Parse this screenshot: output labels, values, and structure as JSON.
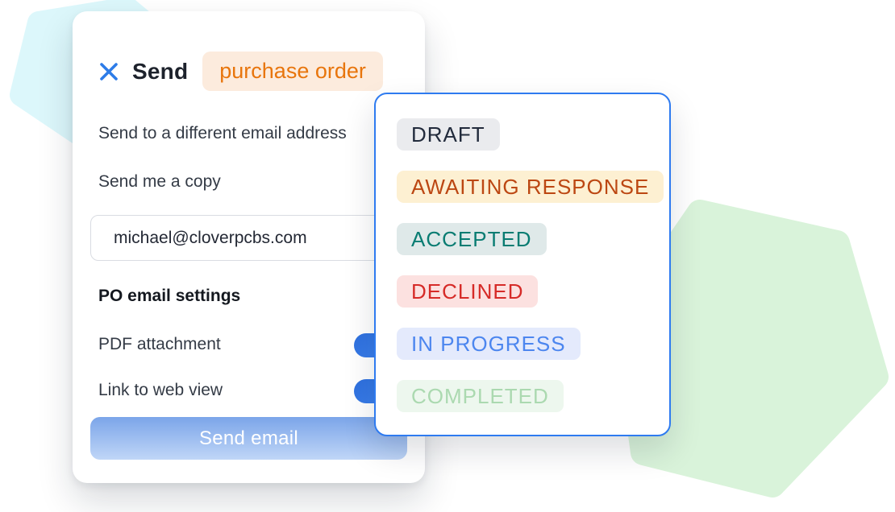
{
  "background": {
    "hexagon_cyan_color": "#dcf7fb",
    "hexagon_green_color": "#d9f3da"
  },
  "send_modal": {
    "close_icon": "close-icon",
    "close_icon_color": "#2d7ce8",
    "title": "Send",
    "title_badge": {
      "label": "purchase order",
      "bg": "#fcebdd",
      "fg": "#e8750c"
    },
    "option_rows": [
      {
        "label": "Send to a different email address"
      },
      {
        "label": "Send me a copy"
      }
    ],
    "email_input": {
      "value": "michael@cloverpcbs.com"
    },
    "settings_heading": "PO email settings",
    "toggles": [
      {
        "label": "PDF attachment",
        "state": "on"
      },
      {
        "label": "Link to web view",
        "state": "on"
      }
    ],
    "toggle_on_color": "#2d74e5",
    "submit_button": {
      "label": "Send email",
      "gradient_top": "#7ba5e9",
      "gradient_bottom": "#c0d6f7"
    }
  },
  "status_panel": {
    "border_color": "#2e7bf0",
    "badges": [
      {
        "label": "DRAFT",
        "bg": "#eaebee",
        "fg": "#222b3c"
      },
      {
        "label": "AWAITING RESPONSE",
        "bg": "#fdf0d2",
        "fg": "#bc4712"
      },
      {
        "label": "ACCEPTED",
        "bg": "#dfe9e9",
        "fg": "#087c72"
      },
      {
        "label": "DECLINED",
        "bg": "#fce1e0",
        "fg": "#d62b28"
      },
      {
        "label": "IN PROGRESS",
        "bg": "#e4eafc",
        "fg": "#4c86ef"
      },
      {
        "label": "COMPLETED",
        "bg": "#edf7ee",
        "fg": "#abd9b0"
      }
    ]
  }
}
